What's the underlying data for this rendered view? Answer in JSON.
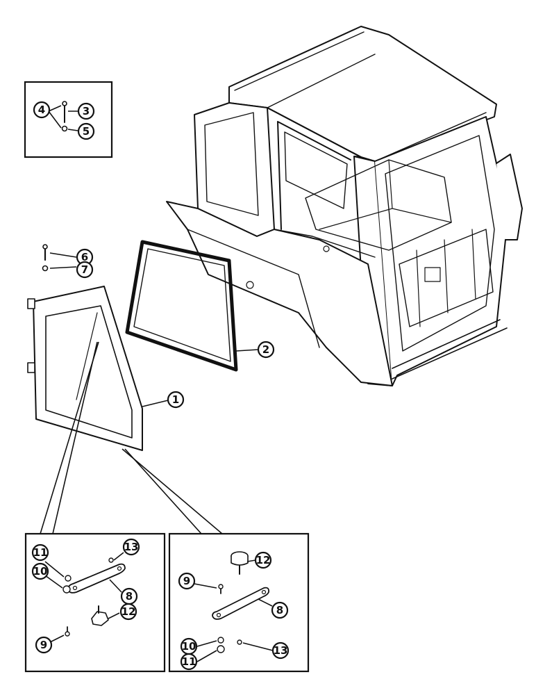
{
  "diagram": {
    "colors": {
      "ink": "#111111",
      "paper": "#ffffff",
      "shade": "#d9d9d9"
    },
    "callouts": {
      "c1": "1",
      "c2": "2",
      "c3": "3",
      "c4": "4",
      "c5": "5",
      "c6": "6",
      "c7": "7",
      "left_inset": {
        "c8": "8",
        "c9": "9",
        "c10": "10",
        "c11": "11",
        "c12": "12",
        "c13": "13"
      },
      "right_inset": {
        "c8": "8",
        "c9": "9",
        "c10": "10",
        "c11": "11",
        "c12": "12",
        "c13": "13"
      }
    }
  }
}
